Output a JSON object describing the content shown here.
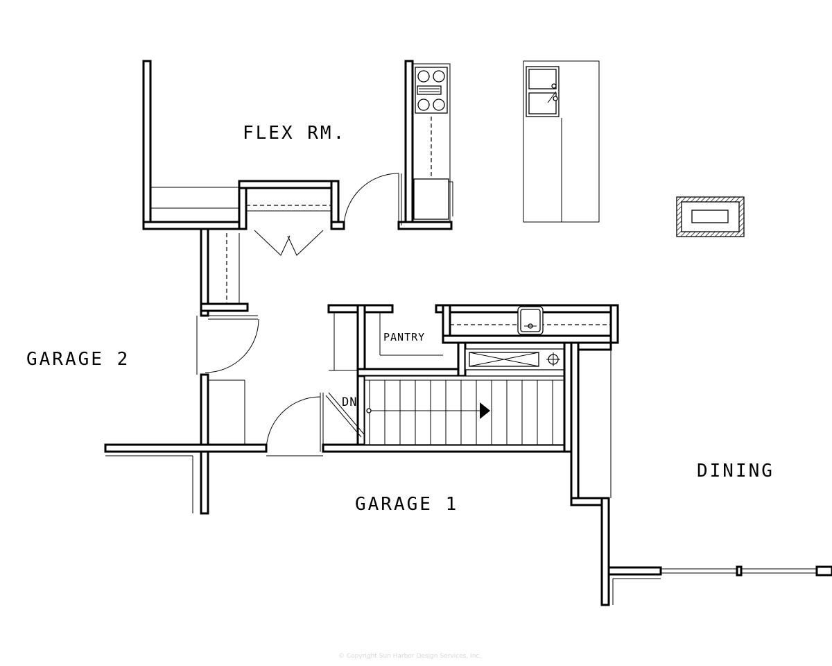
{
  "rooms": {
    "flex_rm": "FLEX RM.",
    "garage_2": "GARAGE 2",
    "pantry": "PANTRY",
    "dn": "DN",
    "dining": "DINING",
    "garage_1": "GARAGE 1"
  },
  "copyright": "© Copyright Sun Harbor Design Services, Inc."
}
